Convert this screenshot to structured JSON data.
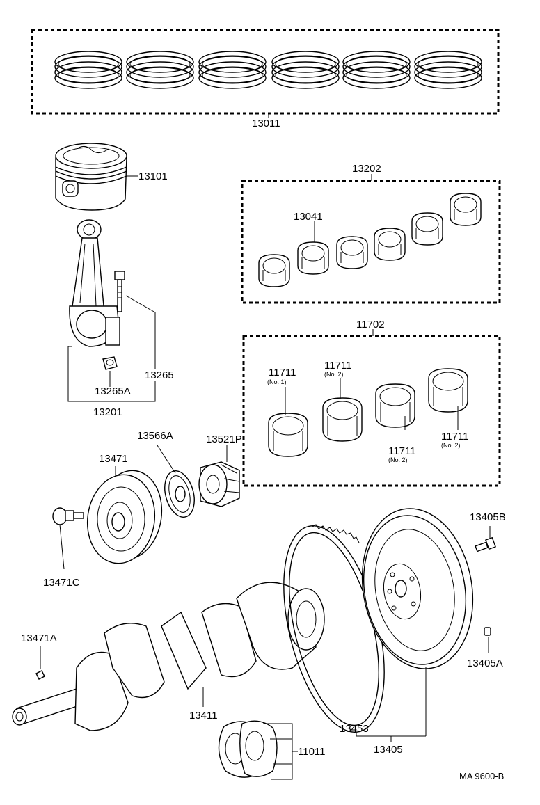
{
  "diagram_code": "MA  9600-B",
  "parts": [
    {
      "id": "rings",
      "number": "13011"
    },
    {
      "id": "piston",
      "number": "13101"
    },
    {
      "id": "rod-bearing-set",
      "number": "13202"
    },
    {
      "id": "rod-bearing",
      "number": "13041"
    },
    {
      "id": "connecting-rod-bolt",
      "number": "13265"
    },
    {
      "id": "connecting-rod-nut",
      "number": "13265A"
    },
    {
      "id": "connecting-rod",
      "number": "13201"
    },
    {
      "id": "main-bearing-set",
      "number": "11702"
    },
    {
      "id": "main-bearing-no1",
      "number": "11711",
      "note": "(No. 1)"
    },
    {
      "id": "main-bearing-no2-a",
      "number": "11711",
      "note": "(No. 2)"
    },
    {
      "id": "main-bearing-no2-b",
      "number": "11711",
      "note": "(No. 2)"
    },
    {
      "id": "main-bearing-no2-c",
      "number": "11711",
      "note": "(No. 2)"
    },
    {
      "id": "oil-pump-drive-gear-washer",
      "number": "13566A"
    },
    {
      "id": "timing-gear",
      "number": "13521P"
    },
    {
      "id": "crank-pulley",
      "number": "13471"
    },
    {
      "id": "crank-pulley-bolt",
      "number": "13471C"
    },
    {
      "id": "flywheel-bolt",
      "number": "13405B"
    },
    {
      "id": "key",
      "number": "13471A"
    },
    {
      "id": "flywheel-pin",
      "number": "13405A"
    },
    {
      "id": "crankshaft",
      "number": "13411"
    },
    {
      "id": "ring-gear",
      "number": "13453"
    },
    {
      "id": "flywheel",
      "number": "13405"
    },
    {
      "id": "thrust-washer",
      "number": "11011"
    }
  ]
}
